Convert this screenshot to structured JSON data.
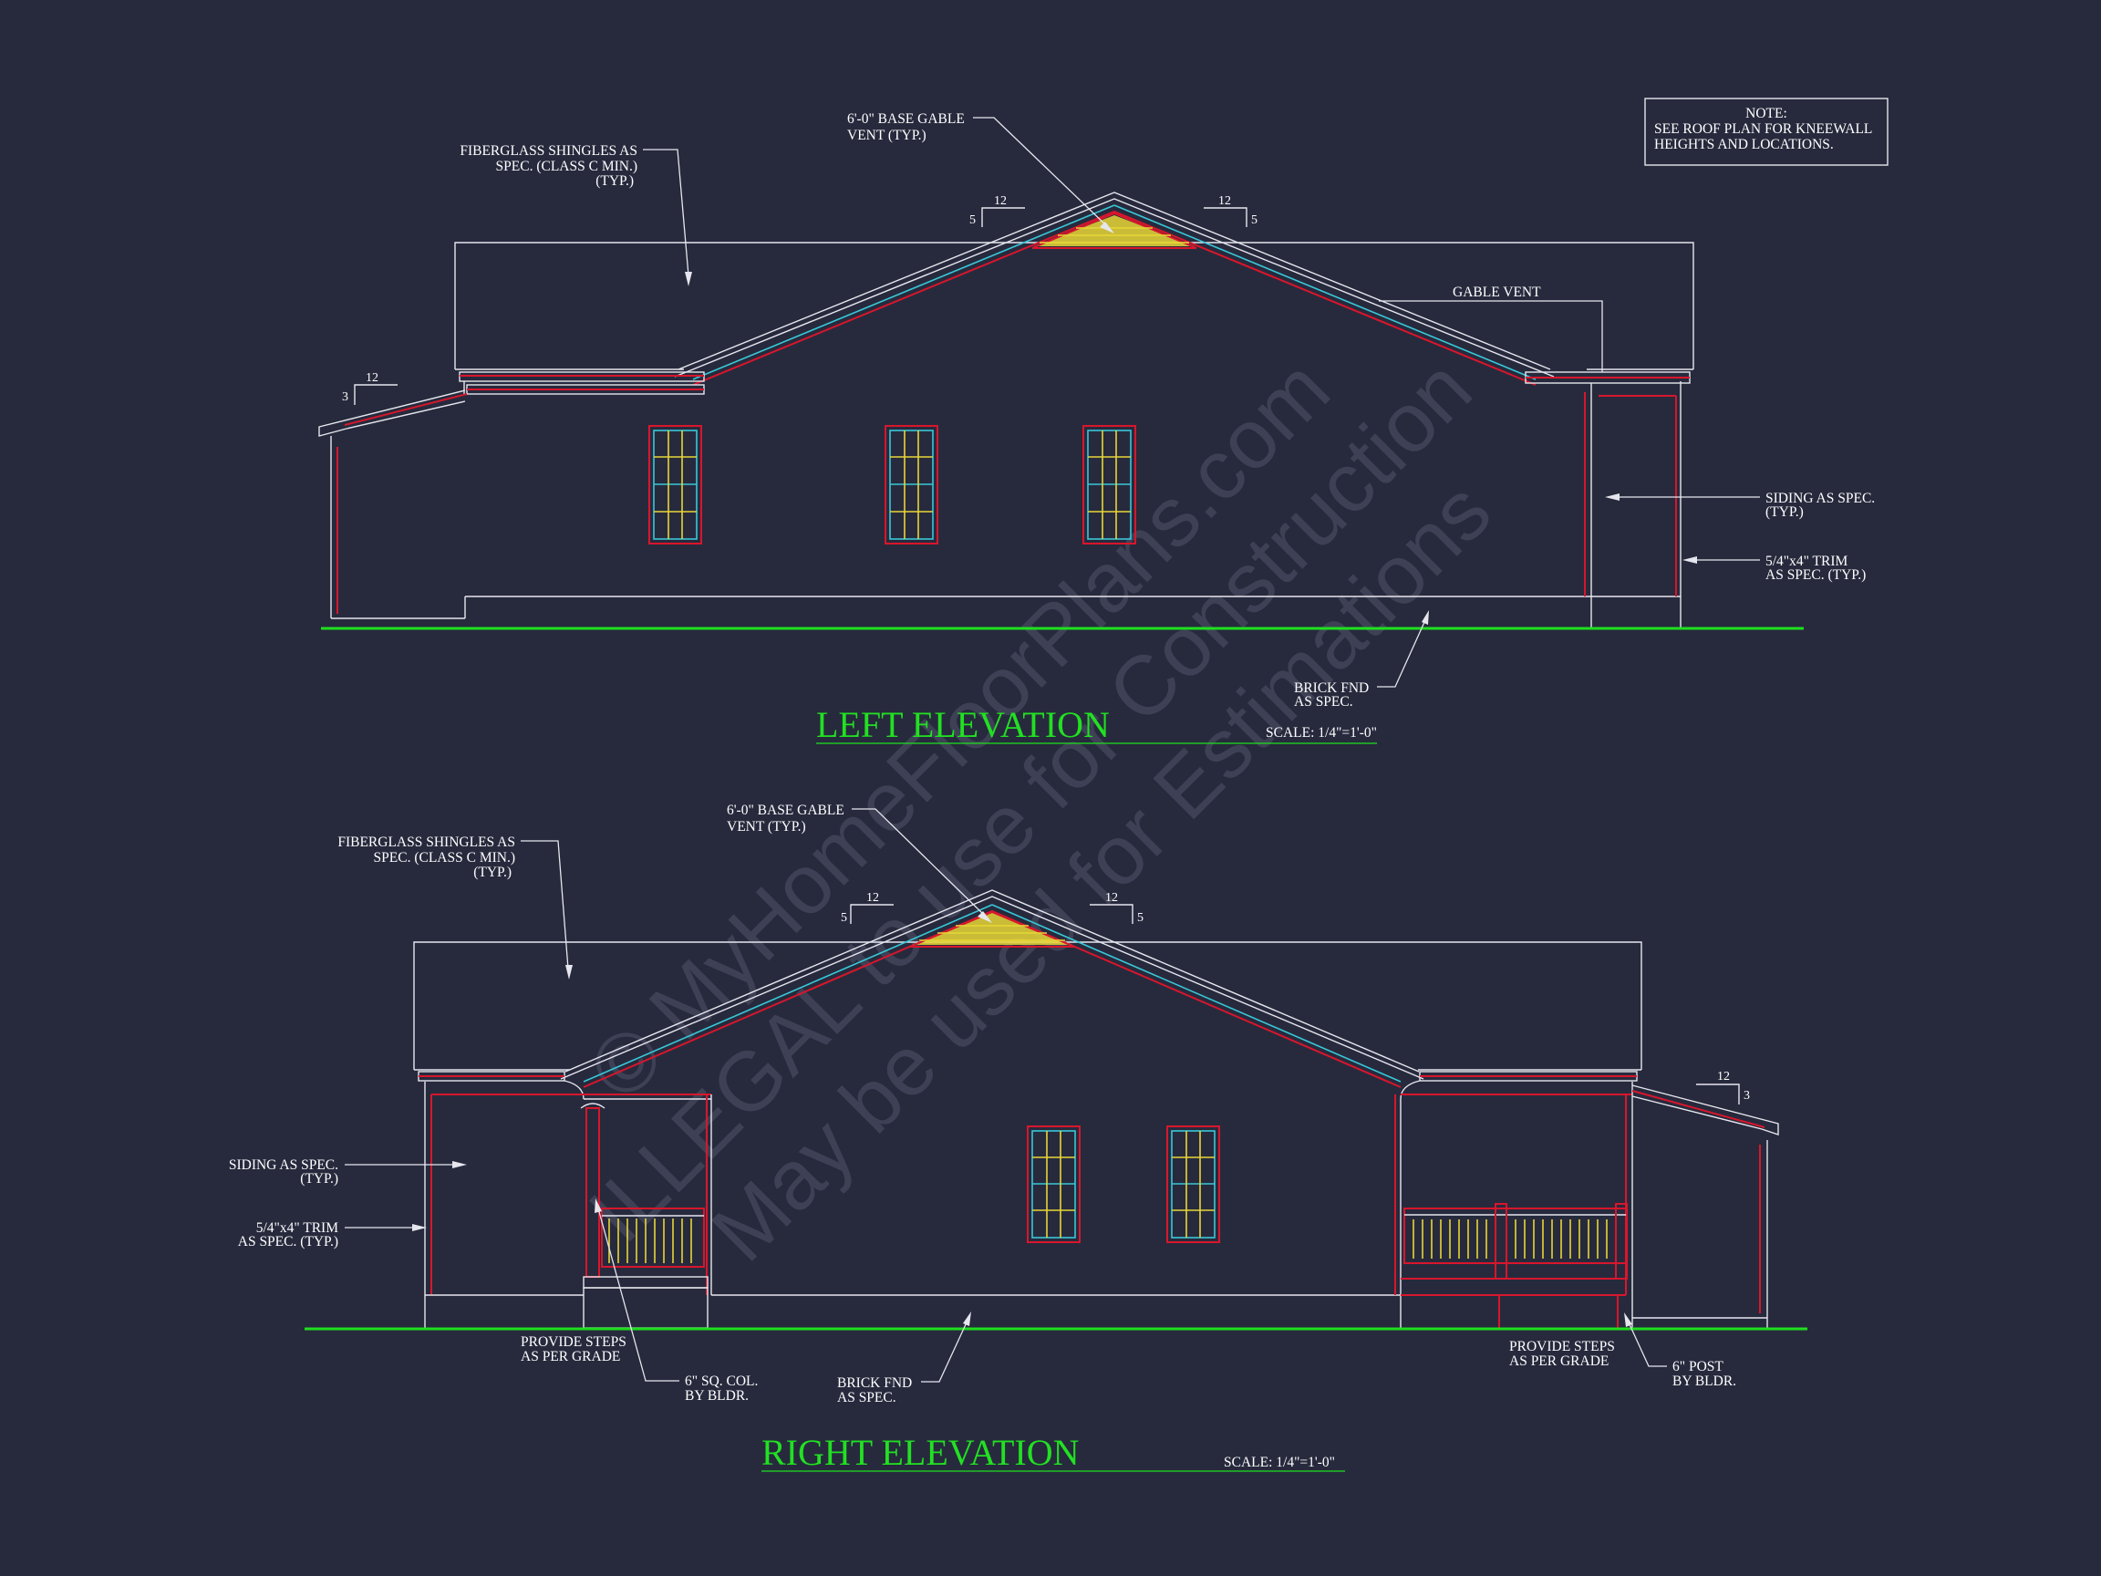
{
  "note_box": {
    "title": "NOTE:",
    "line1": "SEE ROOF PLAN FOR KNEEWALL",
    "line2": "HEIGHTS AND LOCATIONS."
  },
  "left_elevation": {
    "title": "LEFT ELEVATION",
    "scale": "SCALE: 1/4\"=1'-0\"",
    "shingles": [
      "FIBERGLASS SHINGLES AS",
      "SPEC. (CLASS C MIN.)",
      "(TYP.)"
    ],
    "gable_vent_base": [
      "6'-0\" BASE GABLE",
      "VENT (TYP.)"
    ],
    "gable_vent": "GABLE VENT",
    "siding": [
      "SIDING AS SPEC.",
      "(TYP.)"
    ],
    "trim": [
      "5/4\"x4\" TRIM",
      "AS SPEC. (TYP.)"
    ],
    "brick": [
      "BRICK FND",
      "AS SPEC."
    ],
    "pitch_main_run": "12",
    "pitch_main_rise": "5",
    "pitch_porch_run": "12",
    "pitch_porch_rise": "3"
  },
  "right_elevation": {
    "title": "RIGHT ELEVATION",
    "scale": "SCALE: 1/4\"=1'-0\"",
    "shingles": [
      "FIBERGLASS SHINGLES AS",
      "SPEC. (CLASS C MIN.)",
      "(TYP.)"
    ],
    "gable_vent_base": [
      "6'-0\" BASE GABLE",
      "VENT (TYP.)"
    ],
    "siding": [
      "SIDING AS SPEC.",
      "(TYP.)"
    ],
    "trim": [
      "5/4\"x4\" TRIM",
      "AS SPEC. (TYP.)"
    ],
    "steps_left": [
      "PROVIDE STEPS",
      "AS PER GRADE"
    ],
    "column": [
      "6\" SQ. COL.",
      "BY BLDR."
    ],
    "brick": [
      "BRICK FND",
      "AS SPEC."
    ],
    "steps_right": [
      "PROVIDE STEPS",
      "AS PER GRADE"
    ],
    "post": [
      "6\" POST",
      "BY BLDR."
    ],
    "pitch_main_run": "12",
    "pitch_main_rise": "5",
    "pitch_porch_run": "12",
    "pitch_porch_rise": "3"
  },
  "watermark": {
    "line1": "© MyHomeFloorPlans.com",
    "line2": "ILLEGAL to use for Construction",
    "line3": "May be used for Estimations"
  },
  "colors": {
    "background": "#272a3d",
    "linework": "#e6e6ee",
    "red": "#d8162c",
    "cyan": "#38c8d8",
    "yellow": "#e8d636",
    "grade_line": "#1ee01e",
    "title_text": "#22e022"
  }
}
